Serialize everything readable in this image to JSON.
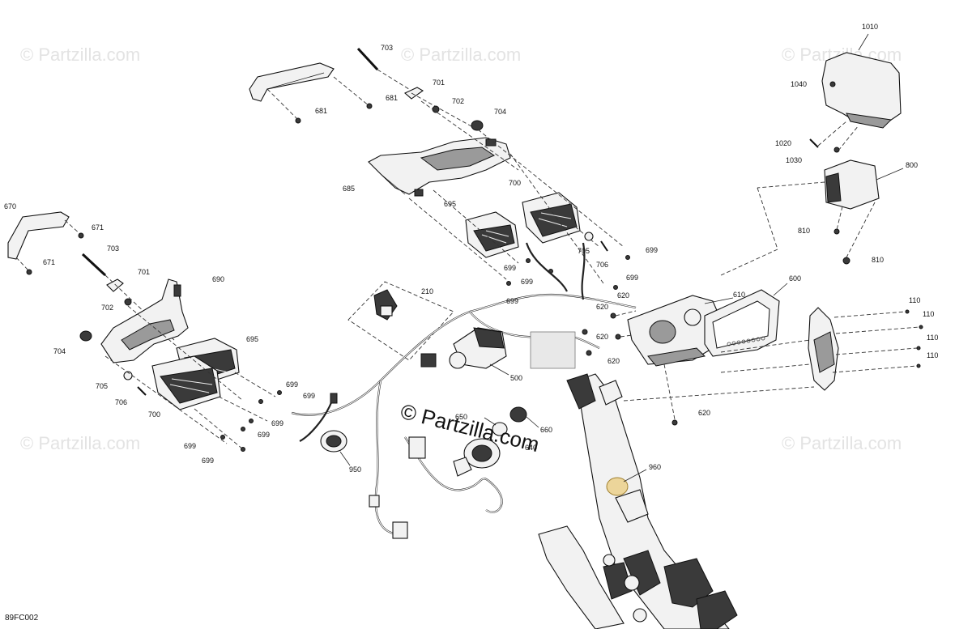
{
  "diagram": {
    "code": "89FC002",
    "watermark": "© Partzilla.com",
    "watermark_center": "© Partzilla.com"
  },
  "labels": [
    {
      "id": "703a",
      "text": "703"
    },
    {
      "id": "701a",
      "text": "701"
    },
    {
      "id": "681a",
      "text": "681"
    },
    {
      "id": "702a",
      "text": "702"
    },
    {
      "id": "681b",
      "text": "681"
    },
    {
      "id": "704a",
      "text": "704"
    },
    {
      "id": "685",
      "text": "685"
    },
    {
      "id": "700a",
      "text": "700"
    },
    {
      "id": "695a",
      "text": "695"
    },
    {
      "id": "699a",
      "text": "699"
    },
    {
      "id": "705a",
      "text": "705"
    },
    {
      "id": "706a",
      "text": "706"
    },
    {
      "id": "699b",
      "text": "699"
    },
    {
      "id": "699c",
      "text": "699"
    },
    {
      "id": "699d",
      "text": "699"
    },
    {
      "id": "699e",
      "text": "699"
    },
    {
      "id": "1010",
      "text": "1010"
    },
    {
      "id": "1040",
      "text": "1040"
    },
    {
      "id": "1020",
      "text": "1020"
    },
    {
      "id": "1030",
      "text": "1030"
    },
    {
      "id": "800",
      "text": "800"
    },
    {
      "id": "810a",
      "text": "810"
    },
    {
      "id": "810b",
      "text": "810"
    },
    {
      "id": "670",
      "text": "670"
    },
    {
      "id": "671a",
      "text": "671"
    },
    {
      "id": "671b",
      "text": "671"
    },
    {
      "id": "703b",
      "text": "703"
    },
    {
      "id": "701b",
      "text": "701"
    },
    {
      "id": "690",
      "text": "690"
    },
    {
      "id": "702b",
      "text": "702"
    },
    {
      "id": "704b",
      "text": "704"
    },
    {
      "id": "695b",
      "text": "695"
    },
    {
      "id": "705b",
      "text": "705"
    },
    {
      "id": "706b",
      "text": "706"
    },
    {
      "id": "700b",
      "text": "700"
    },
    {
      "id": "699f",
      "text": "699"
    },
    {
      "id": "699g",
      "text": "699"
    },
    {
      "id": "699h",
      "text": "699"
    },
    {
      "id": "699i",
      "text": "699"
    },
    {
      "id": "699j",
      "text": "699"
    },
    {
      "id": "699k",
      "text": "699"
    },
    {
      "id": "210",
      "text": "210"
    },
    {
      "id": "620a",
      "text": "620"
    },
    {
      "id": "620b",
      "text": "620"
    },
    {
      "id": "620c",
      "text": "620"
    },
    {
      "id": "620d",
      "text": "620"
    },
    {
      "id": "620e",
      "text": "620"
    },
    {
      "id": "610",
      "text": "610"
    },
    {
      "id": "600",
      "text": "600"
    },
    {
      "id": "110a",
      "text": "110"
    },
    {
      "id": "110b",
      "text": "110"
    },
    {
      "id": "110c",
      "text": "110"
    },
    {
      "id": "110d",
      "text": "110"
    },
    {
      "id": "500",
      "text": "500"
    },
    {
      "id": "650",
      "text": "650"
    },
    {
      "id": "660",
      "text": "660"
    },
    {
      "id": "640",
      "text": "640"
    },
    {
      "id": "950",
      "text": "950"
    },
    {
      "id": "960",
      "text": "960"
    }
  ]
}
